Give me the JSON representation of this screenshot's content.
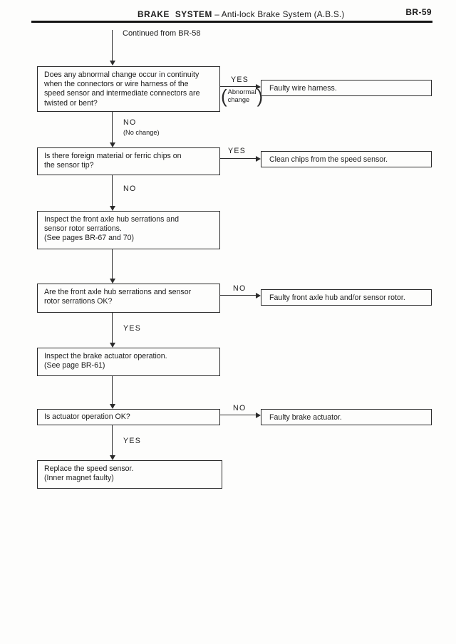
{
  "header": {
    "title_bold": "BRAKE SYSTEM",
    "title_rest": "– Anti-lock Brake System (A.B.S.)",
    "page_number": "BR-59"
  },
  "flow": {
    "entry_label": "Continued from BR-58",
    "boxes": [
      {
        "lines": [
          "Does any abnormal change occur in continuity",
          "when the connectors or wire harness of the",
          "speed sensor and intermediate connectors are",
          "twisted or bent?"
        ]
      },
      {
        "lines": [
          "Is there foreign material or ferric chips on",
          "the sensor tip?"
        ]
      },
      {
        "lines": [
          "Inspect the front axle hub serrations and",
          "sensor rotor serrations.",
          "(See pages BR-67 and 70)"
        ]
      },
      {
        "lines": [
          "Are the front axle hub serrations and sensor",
          "rotor serrations OK?"
        ]
      },
      {
        "lines": [
          "Inspect the brake actuator operation.",
          "(See page BR-61)"
        ]
      },
      {
        "lines": [
          "Is actuator operation OK?"
        ]
      },
      {
        "lines": [
          "Replace the speed sensor.",
          "(Inner magnet faulty)"
        ]
      }
    ],
    "results": [
      {
        "label": "Faulty wire harness."
      },
      {
        "label": "Clean chips from the speed sensor."
      },
      {
        "label": "Faulty front axle hub and/or sensor rotor."
      },
      {
        "label": "Faulty brake actuator."
      }
    ],
    "branches": {
      "side1": {
        "label": "YES",
        "note_open": "(",
        "note_text": "Abnormal\nchange",
        "note_close": ")"
      },
      "down1": {
        "label": "NO",
        "note": "(No change)"
      },
      "side2": {
        "label": "YES"
      },
      "down2": {
        "label": "NO"
      },
      "side3": {
        "label": "NO"
      },
      "down4": {
        "label": "YES"
      },
      "side4": {
        "label": "NO"
      },
      "down6": {
        "label": "YES"
      }
    }
  }
}
